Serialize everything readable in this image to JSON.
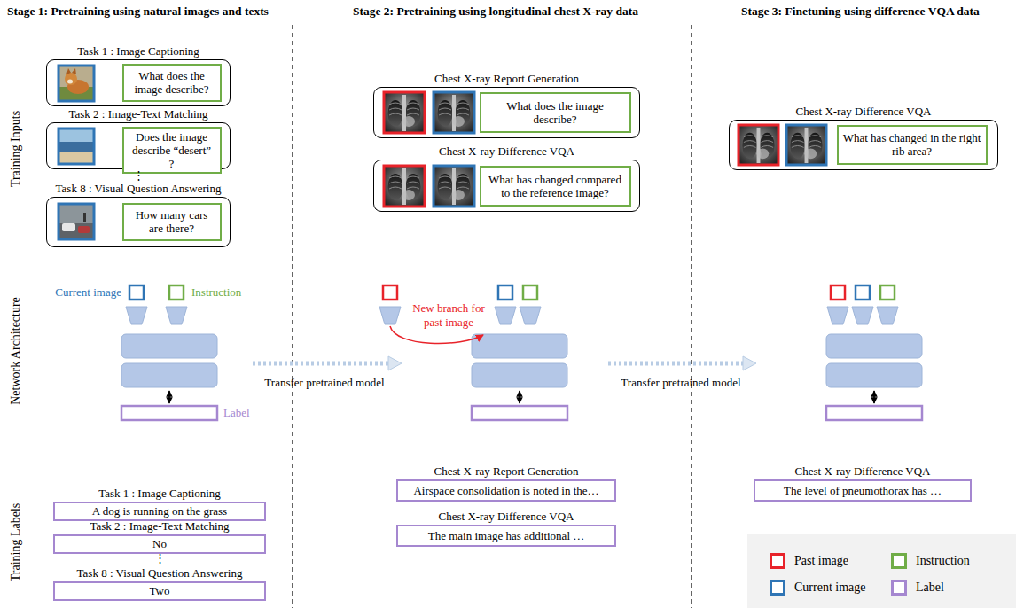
{
  "diagram": {
    "nodes": [
      {
        "text": [
          "Task 1 : Image Captioning"
        ]
      },
      {
        "text": [
          "What does the image describe?"
        ],
        "in": 0
      },
      {
        "text": [
          "Task 2 : Image-Text Matching"
        ]
      },
      {
        "text": [
          "Does the image describe “desert” ?"
        ],
        "in": 2
      },
      {
        "text": [
          "Task 8 : Visual Question Answering"
        ]
      },
      {
        "text": [
          "How many cars are there?"
        ],
        "in": 4
      },
      {
        "text": [
          "Chest X-ray Report Generation"
        ]
      },
      {
        "text": [
          "What does the image describe?"
        ],
        "in": 6
      },
      {
        "text": [
          "Chest X-ray Difference VQA"
        ]
      },
      {
        "text": [
          "What has changed compared to the reference image?"
        ],
        "in": 8
      },
      {
        "text": [
          "Chest X-ray Difference VQA"
        ]
      },
      {
        "text": [
          "What has changed in the right rib area?"
        ],
        "in": 10
      },
      {
        "text": [
          "Task 1 : Image Captioning",
          "A dog is running on the grass"
        ]
      },
      {
        "text": [
          "Task 2 : Image-Text Matching",
          "No"
        ]
      },
      {
        "text": [
          "Task 8 : Visual Question Answering",
          "Two"
        ]
      },
      {
        "text": [
          "Chest X-ray Report Generation",
          "Airspace consolidation is noted in the…"
        ]
      },
      {
        "text": [
          "Chest X-ray Difference VQA",
          "The main image has additional …"
        ]
      },
      {
        "text": [
          "Chest X-ray Difference VQA",
          "The level of pneumothorax has …"
        ]
      }
    ],
    "labels": [
      "Stage 1: Pretraining using natural images and texts",
      "Stage 2: Pretraining using longitudinal chest X-ray data",
      "Stage 3: Finetuning using difference VQA data",
      "Training Inputs",
      "Network Architecture",
      "Training Labels",
      "⋮",
      "Current image",
      "Instruction",
      "New branch for past image",
      "Label",
      "Transfer pretrained model",
      "Transfer pretrained model",
      "⋮"
    ],
    "legend": [
      {
        "text": "Past image",
        "color": "#E8232A"
      },
      {
        "text": "Instruction",
        "color": "#70AD47"
      },
      {
        "text": "Current image",
        "color": "#2F75B5"
      },
      {
        "text": "Label",
        "color": "#A587D0"
      }
    ]
  }
}
